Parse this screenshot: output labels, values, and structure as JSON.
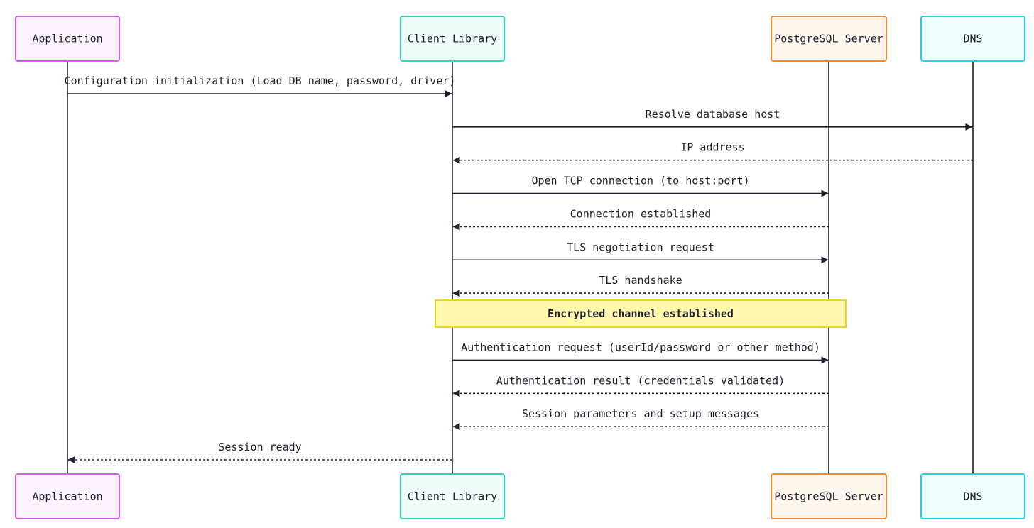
{
  "participants": [
    {
      "id": "app",
      "label": "Application",
      "border": "#d65cf0",
      "fill": "#fdf2ff"
    },
    {
      "id": "client",
      "label": "Client Library",
      "border": "#2fd3c0",
      "fill": "#eefdfa"
    },
    {
      "id": "pg",
      "label": "PostgreSQL Server",
      "border": "#f08a2c",
      "fill": "#fff6ee"
    },
    {
      "id": "dns",
      "label": "DNS",
      "border": "#22d0e8",
      "fill": "#eefdff"
    }
  ],
  "messages": [
    {
      "from": "app",
      "to": "client",
      "label": "Configuration initialization (Load DB name, password, driver)",
      "style": "solid"
    },
    {
      "from": "client",
      "to": "dns",
      "label": "Resolve database host",
      "style": "solid"
    },
    {
      "from": "dns",
      "to": "client",
      "label": "IP address",
      "style": "dashed"
    },
    {
      "from": "client",
      "to": "pg",
      "label": "Open TCP connection (to host:port)",
      "style": "solid"
    },
    {
      "from": "pg",
      "to": "client",
      "label": "Connection established",
      "style": "dashed"
    },
    {
      "from": "client",
      "to": "pg",
      "label": "TLS negotiation request",
      "style": "solid"
    },
    {
      "from": "pg",
      "to": "client",
      "label": "TLS handshake",
      "style": "dashed"
    },
    {
      "note": true,
      "over": [
        "client",
        "pg"
      ],
      "label": "Encrypted channel established"
    },
    {
      "from": "client",
      "to": "pg",
      "label": "Authentication request (userId/password or other method)",
      "style": "solid"
    },
    {
      "from": "pg",
      "to": "client",
      "label": "Authentication result (credentials validated)",
      "style": "dashed"
    },
    {
      "from": "pg",
      "to": "client",
      "label": "Session parameters and setup messages",
      "style": "dashed"
    },
    {
      "from": "client",
      "to": "app",
      "label": "Session ready",
      "style": "dashed"
    }
  ],
  "colors": {
    "line": "#1f1f2e",
    "note_fill": "#fff8ad",
    "note_border": "#f5cf2a"
  }
}
